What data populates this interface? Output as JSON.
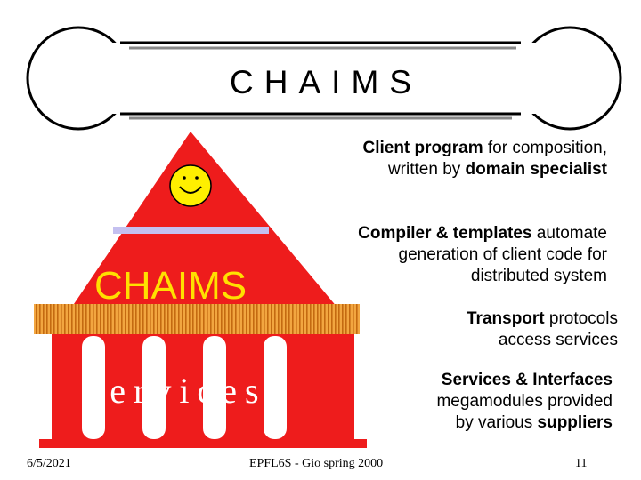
{
  "slide": {
    "title": "CHAIMS",
    "building_label": "CHAIMS",
    "services_label": "Services",
    "desc1": {
      "a_bold": "Client program",
      "a_rest": " for composition,",
      "b_plain": "written by ",
      "b_bold": "domain specialist"
    },
    "desc2": {
      "a_bold": "Compiler & templates",
      "a_rest": " automate",
      "b": "generation of client code for",
      "c": "distributed system"
    },
    "desc3": {
      "a_bold": "Transport",
      "a_rest": "  protocols",
      "b": "access services"
    },
    "desc4": {
      "a_bold": "Services & Interfaces",
      "b": "megamodules provided",
      "c_plain": "by various ",
      "c_bold": "suppliers"
    }
  },
  "footer": {
    "date": "6/5/2021",
    "course": "EPFL6S -  Gio spring 2000",
    "page": "11"
  },
  "colors": {
    "building_red": "#ee1c1c",
    "label_yellow": "#ffe000",
    "smiley_yellow": "#ffef00",
    "band_lavender": "#c4c0f0",
    "hatch_orange": "#e08a1a"
  }
}
